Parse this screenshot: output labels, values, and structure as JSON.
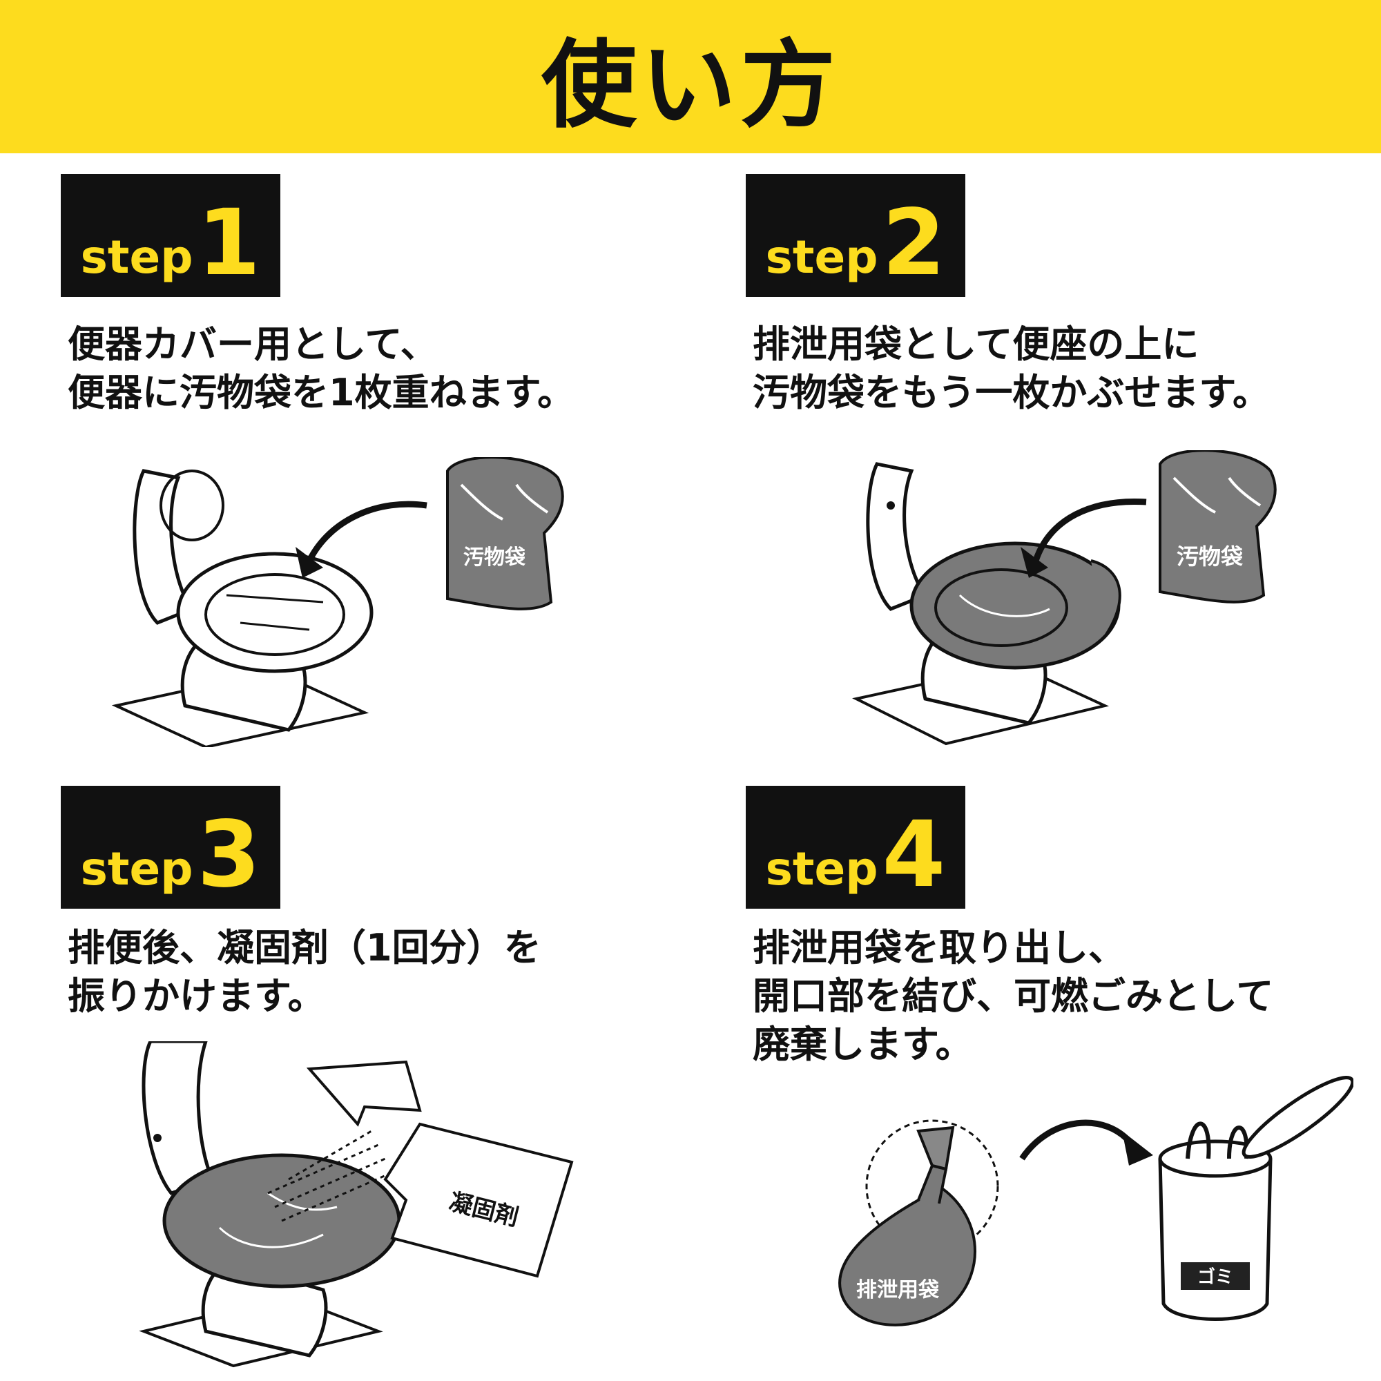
{
  "title": "使い方",
  "steps": [
    {
      "word": "step",
      "num": "1",
      "lines": [
        "便器カバー用として、",
        "便器に汚物袋を1枚重ねます。"
      ],
      "bag_label": "汚物袋"
    },
    {
      "word": "step",
      "num": "2",
      "lines": [
        "排泄用袋として便座の上に",
        "汚物袋をもう一枚かぶせます。"
      ],
      "bag_label": "汚物袋"
    },
    {
      "word": "step",
      "num": "3",
      "lines": [
        "排便後、凝固剤（1回分）を",
        "振りかけます。"
      ],
      "packet_label": "凝固剤"
    },
    {
      "word": "step",
      "num": "4",
      "lines": [
        "排泄用袋を取り出し、",
        "開口部を結び、可燃ごみとして",
        "廃棄します。"
      ],
      "bag_label": "排泄用袋",
      "bin_label": "ゴミ"
    }
  ],
  "colors": {
    "accent": "#fddc1e",
    "badge": "#111111",
    "bag": "#7a7a7a"
  }
}
